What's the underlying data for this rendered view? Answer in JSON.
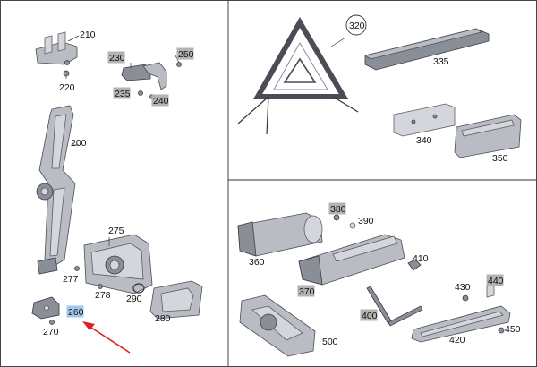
{
  "parts": [
    {
      "id": "p210",
      "label": "210",
      "highlight": false
    },
    {
      "id": "p220",
      "label": "220",
      "highlight": false
    },
    {
      "id": "p230",
      "label": "230",
      "highlight": true
    },
    {
      "id": "p250",
      "label": "250",
      "highlight": true
    },
    {
      "id": "p235",
      "label": "235",
      "highlight": true
    },
    {
      "id": "p240",
      "label": "240",
      "highlight": true
    },
    {
      "id": "p200",
      "label": "200",
      "highlight": false
    },
    {
      "id": "p275",
      "label": "275",
      "highlight": false
    },
    {
      "id": "p277",
      "label": "277",
      "highlight": false
    },
    {
      "id": "p278",
      "label": "278",
      "highlight": false
    },
    {
      "id": "p290",
      "label": "290",
      "highlight": false
    },
    {
      "id": "p280",
      "label": "280",
      "highlight": false
    },
    {
      "id": "p260",
      "label": "260",
      "highlight": true,
      "selected": true
    },
    {
      "id": "p270",
      "label": "270",
      "highlight": false
    },
    {
      "id": "p320",
      "label": "320",
      "highlight": false,
      "circled": true
    },
    {
      "id": "p335",
      "label": "335",
      "highlight": false
    },
    {
      "id": "p340",
      "label": "340",
      "highlight": false
    },
    {
      "id": "p350",
      "label": "350",
      "highlight": false
    },
    {
      "id": "p380",
      "label": "380",
      "highlight": true
    },
    {
      "id": "p390",
      "label": "390",
      "highlight": false
    },
    {
      "id": "p360",
      "label": "360",
      "highlight": false
    },
    {
      "id": "p410",
      "label": "410",
      "highlight": false
    },
    {
      "id": "p370",
      "label": "370",
      "highlight": true
    },
    {
      "id": "p430",
      "label": "430",
      "highlight": false
    },
    {
      "id": "p440",
      "label": "440",
      "highlight": true
    },
    {
      "id": "p400",
      "label": "400",
      "highlight": true
    },
    {
      "id": "p500",
      "label": "500",
      "highlight": false
    },
    {
      "id": "p420",
      "label": "420",
      "highlight": false
    },
    {
      "id": "p450",
      "label": "450",
      "highlight": false
    }
  ],
  "colors": {
    "highlight_bg": "#b3b3b3",
    "selected_bg": "#9fc9ea",
    "arrow": "#e02020",
    "part_fill": "#b9bcc3",
    "divider": "#333333"
  }
}
